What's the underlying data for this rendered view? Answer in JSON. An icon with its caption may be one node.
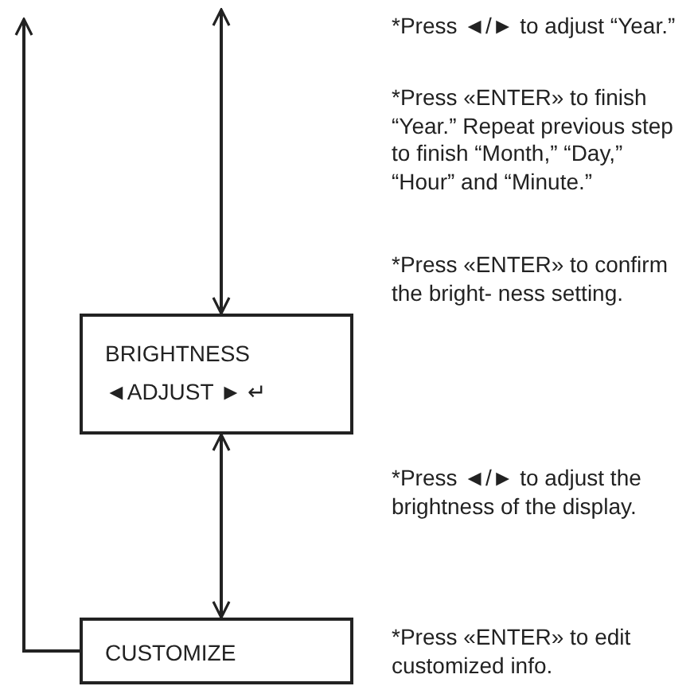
{
  "diagram": {
    "nodes": [
      {
        "text": [
          "BRIGHTNESS",
          "◄ADJUST ► ↵"
        ]
      },
      {
        "text": [
          "CUSTOMIZE"
        ]
      }
    ],
    "edges": [
      {
        "from": null,
        "to": 0,
        "arrow": "both"
      },
      {
        "from": 0,
        "to": 1,
        "arrow": "both"
      },
      {
        "from": 1,
        "to": null,
        "arrow": "to"
      }
    ],
    "labels": [
      "*Press ◄/► to adjust “Year.”",
      "*Press «ENTER» to finish “Year.” Repeat previous step to finish “Month,” “Day,” “Hour” and “Minute.”",
      "*Press «ENTER» to confirm the bright- ness setting.",
      "*Press ◄/► to adjust the brightness of the display.",
      "*Press «ENTER» to edit customized info."
    ]
  }
}
